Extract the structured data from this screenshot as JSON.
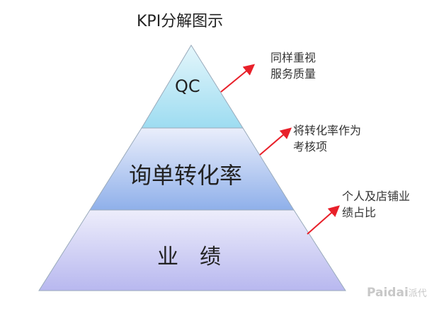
{
  "title": "KPI分解图示",
  "levels": [
    {
      "label": "QC",
      "note_line1": "同样重视",
      "note_line2": "服务质量"
    },
    {
      "label": "询单转化率",
      "note_line1": "将转化率作为",
      "note_line2": "考核项"
    },
    {
      "label": "业　绩",
      "note_line1": "个人及店铺业",
      "note_line2": "绩占比"
    }
  ],
  "watermark": {
    "brand": "Paidai",
    "cn": "派代"
  },
  "colors": {
    "arrow": "#e8202a",
    "top": "#a8e0f2",
    "mid": "#9db8ec",
    "bottom": "#c4c4f0"
  }
}
